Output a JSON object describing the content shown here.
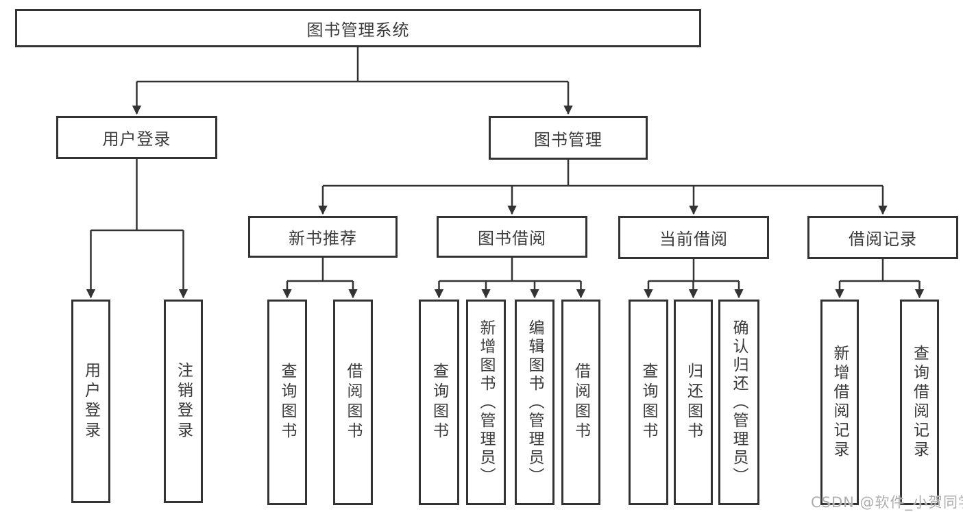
{
  "page": {
    "background": "#ffffff"
  },
  "colors": {
    "line": "#333333",
    "box_border": "#333333",
    "text": "#3a3a3a",
    "watermark": "#aeaeae"
  },
  "diagram": {
    "root": {
      "label": "图书管理系统"
    },
    "level2": {
      "user_login": {
        "label": "用户登录"
      },
      "book_management": {
        "label": "图书管理"
      }
    },
    "level3": {
      "new_book_recommendation": {
        "label": "新书推荐"
      },
      "book_borrowing": {
        "label": "图书借阅"
      },
      "current_borrowing": {
        "label": "当前借阅"
      },
      "borrowing_records": {
        "label": "借阅记录"
      }
    },
    "leaves": {
      "user_login": [
        {
          "label": "用户登录"
        },
        {
          "label": "注销登录"
        }
      ],
      "new_book_recommendation": [
        {
          "label": "查询图书"
        },
        {
          "label": "借阅图书"
        }
      ],
      "book_borrowing": [
        {
          "label": "查询图书"
        },
        {
          "label": "新增图书（管理员）"
        },
        {
          "label": "编辑图书（管理员）"
        },
        {
          "label": "借阅图书"
        }
      ],
      "current_borrowing": [
        {
          "label": "查询图书"
        },
        {
          "label": "归还图书"
        },
        {
          "label": "确认归还（管理员）"
        }
      ],
      "borrowing_records": [
        {
          "label": "新增借阅记录"
        },
        {
          "label": "查询借阅记录"
        }
      ]
    }
  },
  "watermark": {
    "text": "CSDN @软件_小贺同学"
  }
}
